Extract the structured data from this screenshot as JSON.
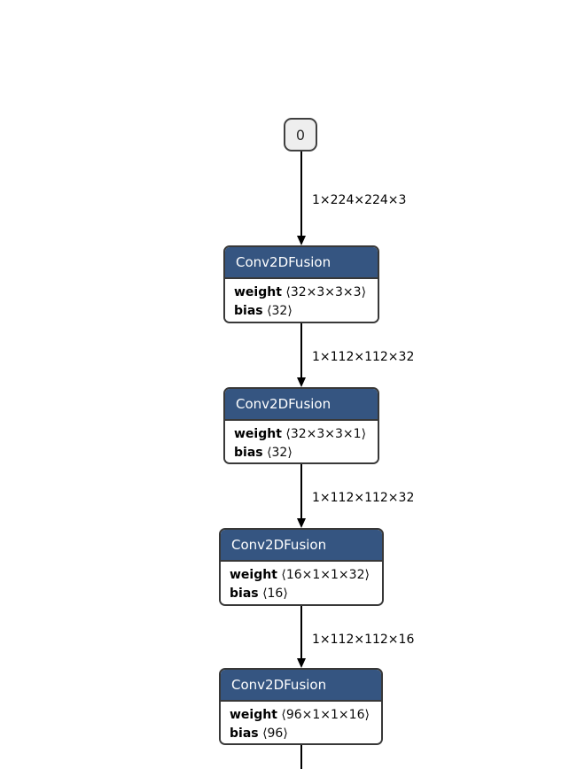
{
  "colors": {
    "background": "#ffffff",
    "node_header": "#355581",
    "node_border": "#383838",
    "input_fill": "#eeeeee",
    "edge": "#000000"
  },
  "graph": {
    "input": {
      "label": "0"
    },
    "nodes": [
      {
        "type": "Conv2DFusion",
        "attributes": [
          {
            "name": "weight",
            "value": "⟨32×3×3×3⟩"
          },
          {
            "name": "bias",
            "value": "⟨32⟩"
          }
        ]
      },
      {
        "type": "Conv2DFusion",
        "attributes": [
          {
            "name": "weight",
            "value": "⟨32×3×3×1⟩"
          },
          {
            "name": "bias",
            "value": "⟨32⟩"
          }
        ]
      },
      {
        "type": "Conv2DFusion",
        "attributes": [
          {
            "name": "weight",
            "value": "⟨16×1×1×32⟩"
          },
          {
            "name": "bias",
            "value": "⟨16⟩"
          }
        ]
      },
      {
        "type": "Conv2DFusion",
        "attributes": [
          {
            "name": "weight",
            "value": "⟨96×1×1×16⟩"
          },
          {
            "name": "bias",
            "value": "⟨96⟩"
          }
        ]
      }
    ],
    "edges": [
      {
        "label": "1×224×224×3"
      },
      {
        "label": "1×112×112×32"
      },
      {
        "label": "1×112×112×32"
      },
      {
        "label": "1×112×112×16"
      }
    ]
  }
}
